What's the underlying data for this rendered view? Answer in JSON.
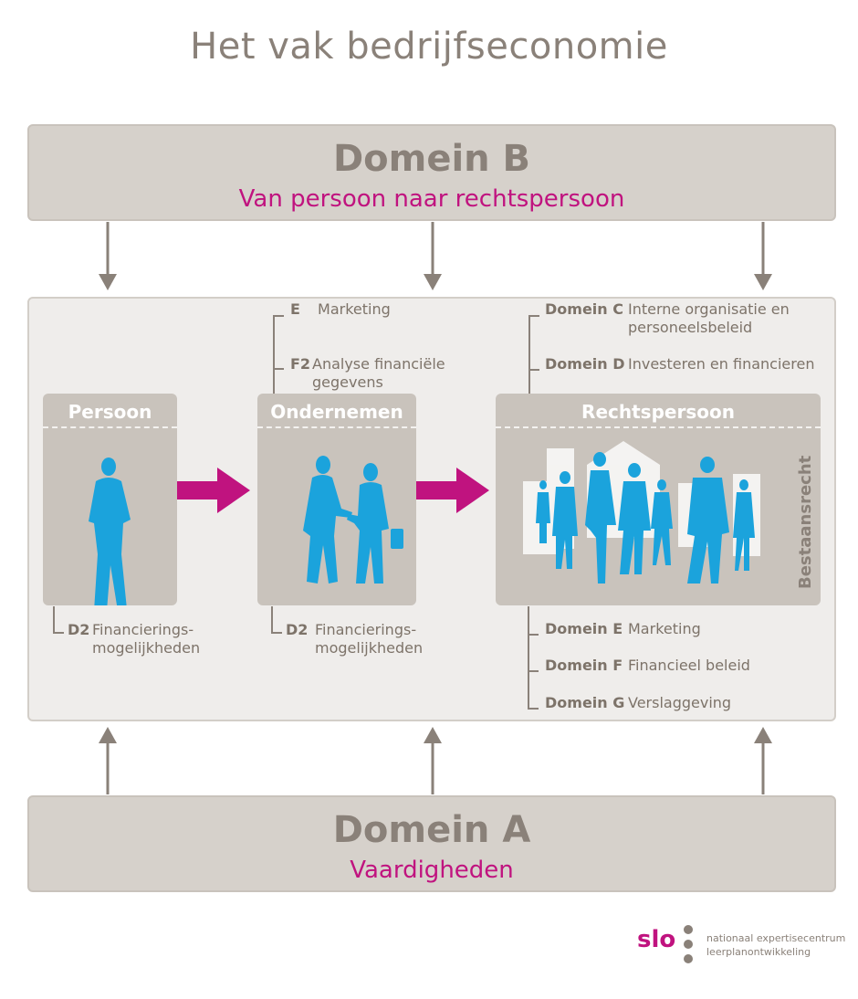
{
  "title": "Het vak bedrijfseconomie",
  "domain_b": {
    "name": "Domein B",
    "subtitle": "Van persoon naar rechtspersoon"
  },
  "domain_a": {
    "name": "Domein A",
    "subtitle": "Vaardigheden"
  },
  "cards": {
    "persoon": {
      "title": "Persoon"
    },
    "ondernemen": {
      "title": "Ondernemen"
    },
    "rechtspersoon": {
      "title": "Rechtspersoon",
      "side_label": "Bestaansrecht"
    }
  },
  "top_notes_ondernemen": [
    {
      "code": "E",
      "text": "Marketing"
    },
    {
      "code": "F2",
      "text": "Analyse financiële gegevens"
    }
  ],
  "top_notes_rechtspersoon": [
    {
      "code": "Domein C",
      "text": "Interne organisatie en personeelsbeleid"
    },
    {
      "code": "Domein D",
      "text": "Investeren en financieren"
    }
  ],
  "bottom_notes_persoon": {
    "code": "D2",
    "text": "Financierings-mogelijkheden"
  },
  "bottom_notes_ondernemen": {
    "code": "D2",
    "text": "Financierings-mogelijkheden"
  },
  "bottom_notes_rechtspersoon": [
    {
      "code": "Domein E",
      "text": "Marketing"
    },
    {
      "code": "Domein F",
      "text": "Financieel beleid"
    },
    {
      "code": "Domein G",
      "text": "Verslaggeving"
    }
  ],
  "logo": {
    "mark": "slo",
    "line1": "nationaal expertisecentrum",
    "line2": "leerplanontwikkeling"
  },
  "colors": {
    "accent": "#c0137f",
    "figure": "#1ba3dc",
    "box": "#d6d1cb",
    "text": "#8a8179"
  }
}
